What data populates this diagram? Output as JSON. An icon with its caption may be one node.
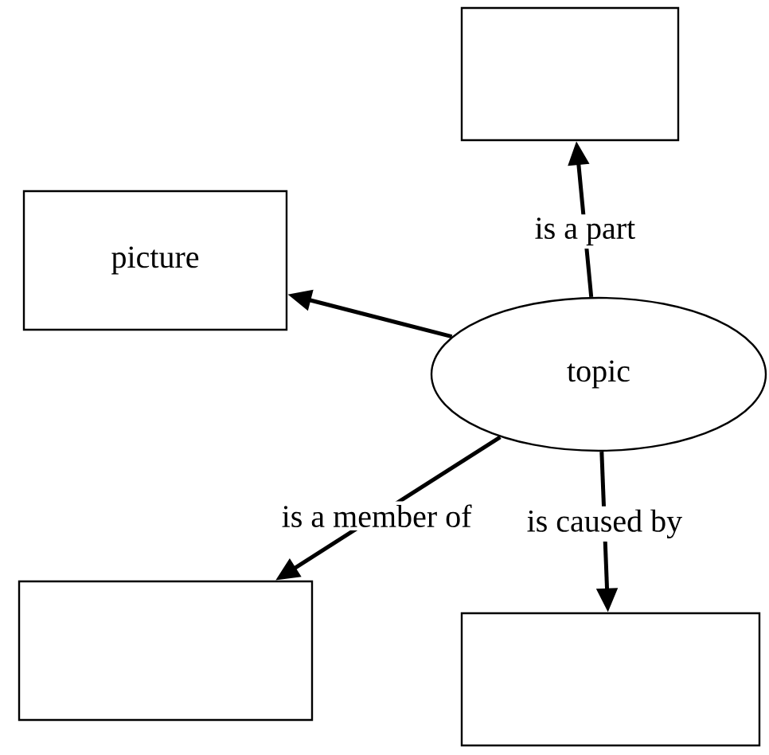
{
  "diagram": {
    "nodes": [
      {
        "text": [],
        "shape": "box"
      },
      {
        "text": [
          "picture"
        ]
      },
      {
        "text": [
          "topic"
        ]
      },
      {
        "text": [],
        "shape": "box"
      },
      {
        "text": [],
        "shape": "box"
      }
    ],
    "edges": [
      {
        "from": 2,
        "to": 0,
        "arrow": "to",
        "label": "is a part"
      },
      {
        "from": 2,
        "to": 1,
        "arrow": "to"
      },
      {
        "from": 2,
        "to": 3,
        "arrow": "to",
        "label": "is a member of"
      },
      {
        "from": 2,
        "to": 4,
        "arrow": "to",
        "label": "is caused by"
      }
    ]
  }
}
